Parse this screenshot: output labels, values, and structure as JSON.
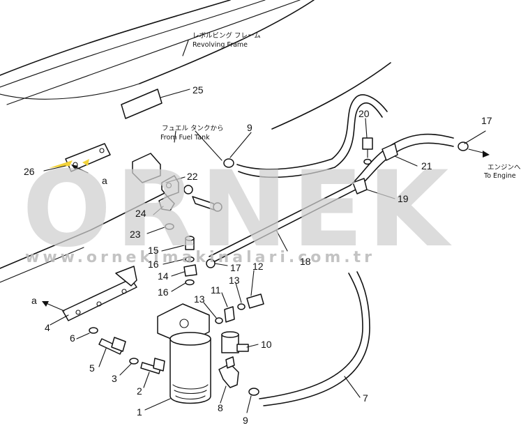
{
  "labels": {
    "revolving_frame_jp": "レボルビング フレーム",
    "revolving_frame_en": "Revolving Frame",
    "from_fuel_tank_jp": "フュエル タンクから",
    "from_fuel_tank_en": "From Fuel Tank",
    "to_engine_jp": "エンジンへ",
    "to_engine_en": "To Engine",
    "ref_a": "a"
  },
  "watermark": {
    "brand": "ORNEK",
    "url": "www.ornekimakinalari.com.tr"
  },
  "parts": {
    "p1": "1",
    "p2": "2",
    "p3": "3",
    "p4": "4",
    "p5": "5",
    "p6": "6",
    "p7": "7",
    "p8": "8",
    "p9a": "9",
    "p9b": "9",
    "p10": "10",
    "p11": "11",
    "p12": "12",
    "p13a": "13",
    "p13b": "13",
    "p14": "14",
    "p15": "15",
    "p16a": "16",
    "p16b": "16",
    "p17a": "17",
    "p17b": "17",
    "p18": "18",
    "p19": "19",
    "p20": "20",
    "p21": "21",
    "p22": "22",
    "p23": "23",
    "p24": "24",
    "p25": "25",
    "p26": "26"
  },
  "colors": {
    "accent_yellow": "#f2d23a",
    "watermark_gray": "#cfcfcf"
  }
}
